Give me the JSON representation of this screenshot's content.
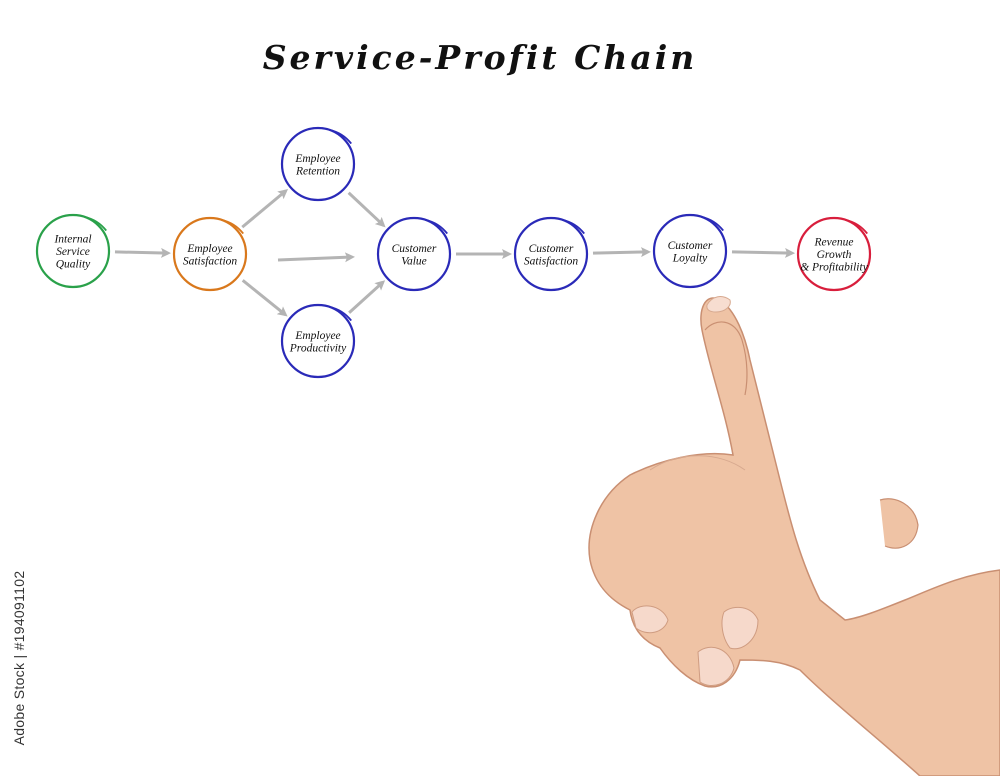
{
  "title": "Service-Profit Chain",
  "nodes": [
    {
      "id": "internal-service-quality",
      "lines": [
        "Internal",
        "Service",
        "Quality"
      ],
      "color": "#2aa14a"
    },
    {
      "id": "employee-satisfaction",
      "lines": [
        "Employee",
        "Satisfaction"
      ],
      "color": "#d9781c"
    },
    {
      "id": "employee-retention",
      "lines": [
        "Employee",
        "Retention"
      ],
      "color": "#2a2ab8"
    },
    {
      "id": "employee-productivity",
      "lines": [
        "Employee",
        "Productivity"
      ],
      "color": "#2a2ab8"
    },
    {
      "id": "customer-value",
      "lines": [
        "Customer",
        "Value"
      ],
      "color": "#2a2ab8"
    },
    {
      "id": "customer-satisfaction",
      "lines": [
        "Customer",
        "Satisfaction"
      ],
      "color": "#2a2ab8"
    },
    {
      "id": "customer-loyalty",
      "lines": [
        "Customer",
        "Loyalty"
      ],
      "color": "#2a2ab8"
    },
    {
      "id": "revenue-growth-profitability",
      "lines": [
        "Revenue",
        "Growth",
        "& Profitability"
      ],
      "color": "#d81e3c"
    }
  ],
  "connections": [
    [
      "internal-service-quality",
      "employee-satisfaction"
    ],
    [
      "employee-satisfaction",
      "employee-retention"
    ],
    [
      "employee-satisfaction",
      "customer-value"
    ],
    [
      "employee-satisfaction",
      "employee-productivity"
    ],
    [
      "employee-retention",
      "customer-value"
    ],
    [
      "employee-productivity",
      "customer-value"
    ],
    [
      "customer-value",
      "customer-satisfaction"
    ],
    [
      "customer-satisfaction",
      "customer-loyalty"
    ],
    [
      "customer-loyalty",
      "revenue-growth-profitability"
    ]
  ],
  "colors": {
    "arrow": "#b4b4b4",
    "skin": "#efc3a5"
  },
  "stock_id": "Adobe Stock | #194091102"
}
